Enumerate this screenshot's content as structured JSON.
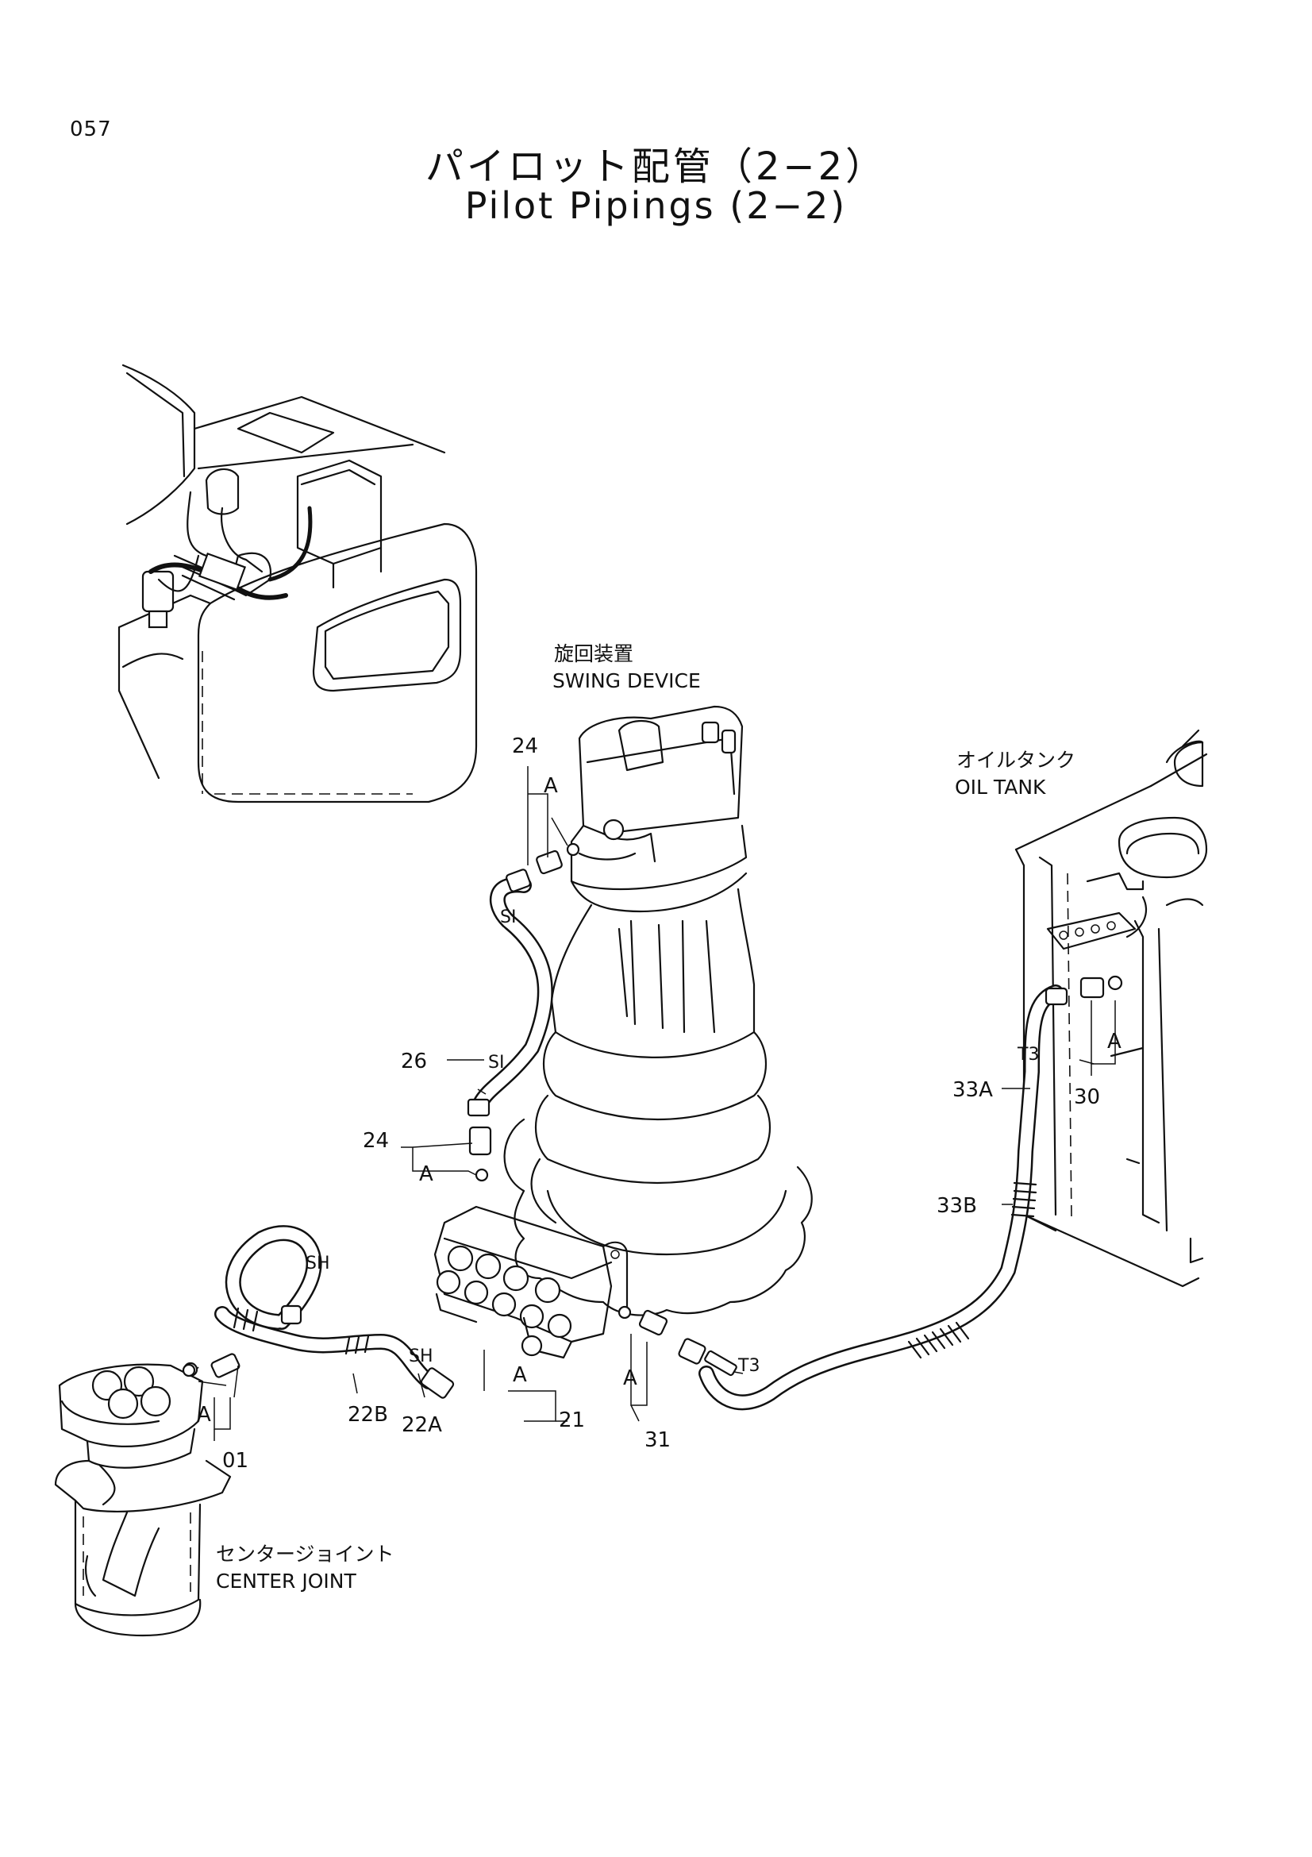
{
  "header": {
    "page_number": "057",
    "title_ja": "パイロット配管（2−2）",
    "title_en": "Pilot Pipings (2−2)"
  },
  "components": [
    {
      "id": "swing-device",
      "label_ja": "旋回装置",
      "label_en": "SWING DEVICE"
    },
    {
      "id": "oil-tank",
      "label_ja": "オイルタンク",
      "label_en": "OIL TANK"
    },
    {
      "id": "center-joint",
      "label_ja": "センタージョイント",
      "label_en": "CENTER JOINT"
    }
  ],
  "callouts": [
    "24",
    "A",
    "26",
    "24",
    "A",
    "33A",
    "33B",
    "30",
    "A",
    "01",
    "A",
    "22B",
    "22A",
    "21",
    "A",
    "31",
    "A"
  ],
  "hose_markings": [
    "SI",
    "SI",
    "SH",
    "SH",
    "T3",
    "T3"
  ]
}
